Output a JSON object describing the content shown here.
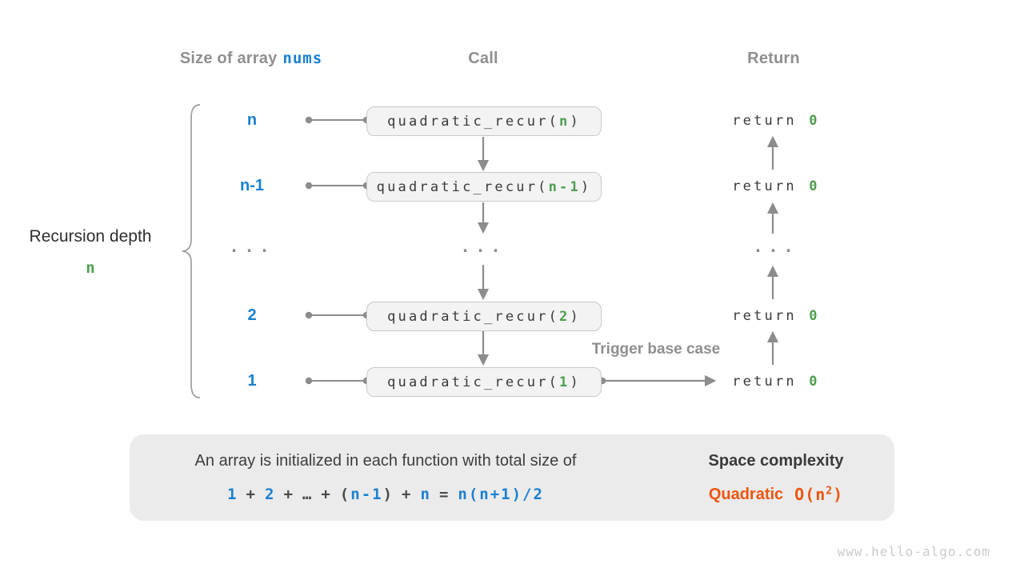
{
  "headers": {
    "size_prefix": "Size of array",
    "size_code": "nums",
    "call": "Call",
    "return": "Return"
  },
  "left_label": {
    "line1": "Recursion depth",
    "line2": "n"
  },
  "rows": [
    {
      "size": "n",
      "call_open": "quadratic_recur(",
      "arg": "n",
      "call_close": ")",
      "ret_kw": "return",
      "ret_val": "0"
    },
    {
      "size": "n-1",
      "call_open": "quadratic_recur(",
      "arg": "n-1",
      "call_close": ")",
      "ret_kw": "return",
      "ret_val": "0"
    },
    {
      "size": "...",
      "call_dots": "...",
      "ret_dots": "..."
    },
    {
      "size": "2",
      "call_open": "quadratic_recur(",
      "arg": "2",
      "call_close": ")",
      "ret_kw": "return",
      "ret_val": "0"
    },
    {
      "size": "1",
      "call_open": "quadratic_recur(",
      "arg": "1",
      "call_close": ")",
      "ret_kw": "return",
      "ret_val": "0"
    }
  ],
  "trigger_label": "Trigger base case",
  "summary": {
    "line1": "An array is initialized in each function with total size of",
    "formula": {
      "t1": "1",
      "op1": "+",
      "t2": "2",
      "op2": "+",
      "ellipsis": "…",
      "op3": "+",
      "p_open": "(",
      "t3": "n-1",
      "p_close": ")",
      "op4": "+",
      "t4": "n",
      "eq": "=",
      "result": "n(n+1)/2"
    },
    "space_title": "Space complexity",
    "space_word": "Quadratic",
    "big_o_open": "O(n",
    "big_o_sup": "2",
    "big_o_close": ")"
  },
  "watermark": "www.hello-algo.com",
  "colors": {
    "blue": "#1a80d0",
    "green": "#4d9e4f",
    "orange": "#ed5611",
    "gray_label": "#8f8f8f",
    "arrow_gray": "#8c8c8c",
    "box_bg": "#f3f3f3",
    "box_border": "#c8c8c8",
    "panel_bg": "#ebebeb"
  }
}
